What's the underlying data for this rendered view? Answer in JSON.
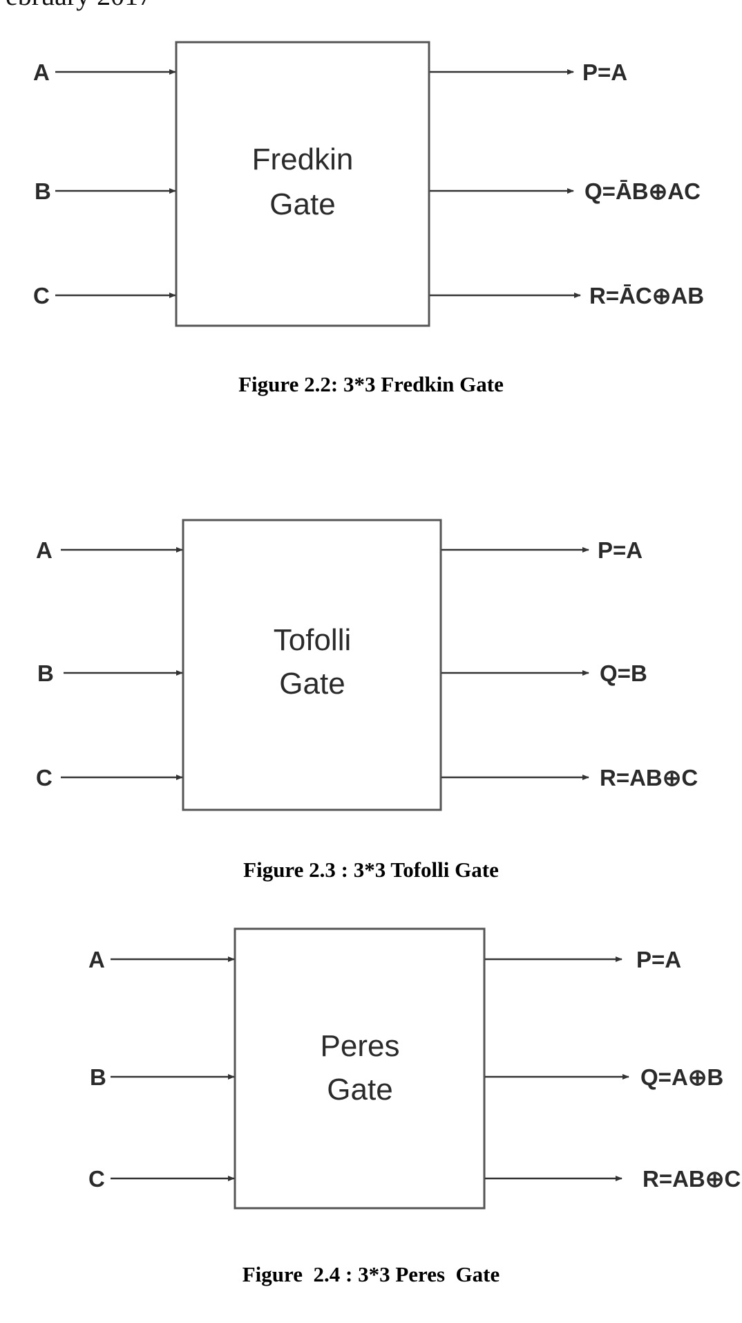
{
  "header_fragment": "ebruary 2017",
  "figures": [
    {
      "gate_name_line1": "Fredkin",
      "gate_name_line2": "Gate",
      "inputs": [
        "A",
        "B",
        "C"
      ],
      "outputs": [
        {
          "name": "P",
          "expr": "A"
        },
        {
          "name": "Q",
          "expr": "ĀB⊕AC"
        },
        {
          "name": "R",
          "expr": "ĀC⊕AB"
        }
      ],
      "output_labels": [
        "P=A",
        "Q=ĀB⊕AC",
        "R=ĀC⊕AB"
      ],
      "caption": "Figure 2.2: 3*3 Fredkin Gate"
    },
    {
      "gate_name_line1": "Tofolli",
      "gate_name_line2": "Gate",
      "inputs": [
        "A",
        "B",
        "C"
      ],
      "outputs": [
        {
          "name": "P",
          "expr": "A"
        },
        {
          "name": "Q",
          "expr": "B"
        },
        {
          "name": "R",
          "expr": "AB⊕C"
        }
      ],
      "output_labels": [
        "P=A",
        "Q=B",
        "R=AB⊕C"
      ],
      "caption": "Figure 2.3 : 3*3 Tofolli Gate"
    },
    {
      "gate_name_line1": "Peres",
      "gate_name_line2": "Gate",
      "inputs": [
        "A",
        "B",
        "C"
      ],
      "outputs": [
        {
          "name": "P",
          "expr": "A"
        },
        {
          "name": "Q",
          "expr": "A⊕B"
        },
        {
          "name": "R",
          "expr": "AB⊕C"
        }
      ],
      "output_labels": [
        "P=A",
        "Q=A⊕B",
        "R=AB⊕C"
      ],
      "caption": "Figure  2.4 : 3*3 Peres  Gate"
    }
  ]
}
